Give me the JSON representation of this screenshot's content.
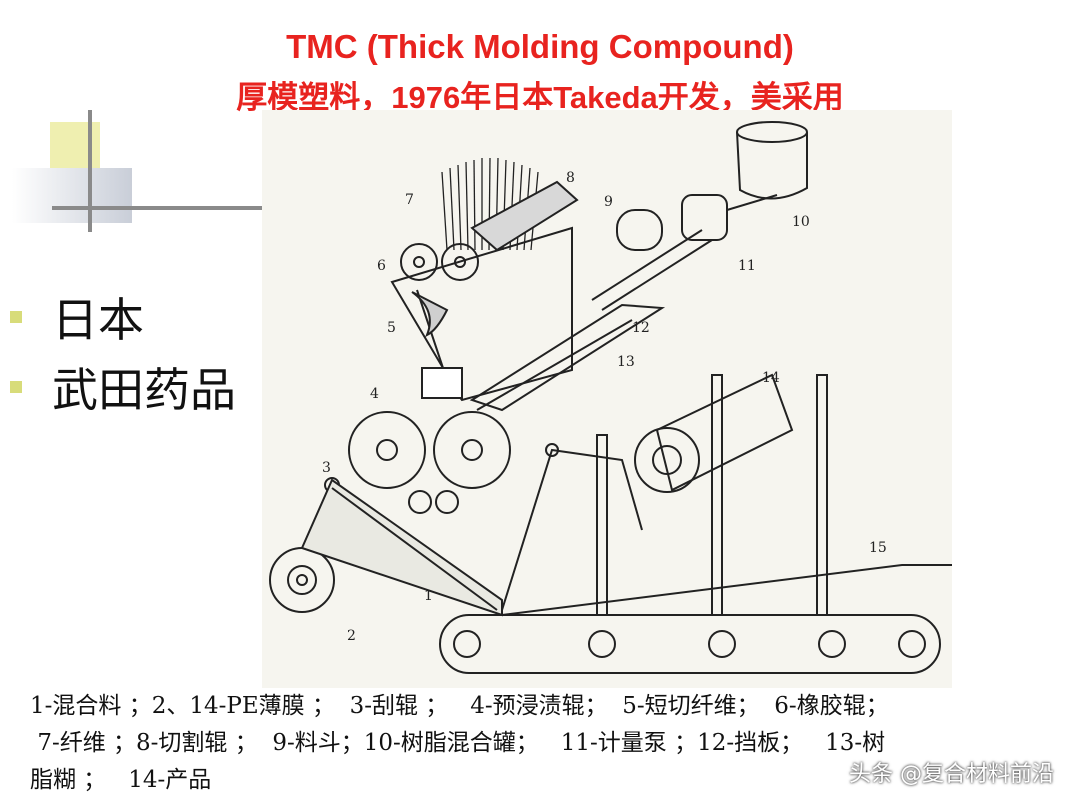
{
  "slide": {
    "title_line1": "TMC (Thick Molding Compound)",
    "title_line2": "厚模塑料，1976年日本Takeda开发，美采用"
  },
  "bullets": [
    {
      "text": "日本"
    },
    {
      "text": "武田药品"
    }
  ],
  "diagram": {
    "labels": [
      "1",
      "2",
      "3",
      "4",
      "5",
      "6",
      "7",
      "8",
      "9",
      "10",
      "11",
      "12",
      "13",
      "14",
      "15"
    ]
  },
  "caption": {
    "line1": "1-混合料 ；2、14-PE薄膜 ；  3-刮辊 ；   4-预浸渍辊；  5-短切纤维；  6-橡胶辊；",
    "line2": " 7-纤维 ；8-切割辊 ；  9-料斗；10-树脂混合罐；   11-计量泵 ；12-挡板；   13-树",
    "line3": "脂糊 ；   14-产品"
  },
  "watermark": "头条 @复合材料前沿",
  "colors": {
    "title": "#e8231f",
    "bullet": "#d8dc7a"
  }
}
